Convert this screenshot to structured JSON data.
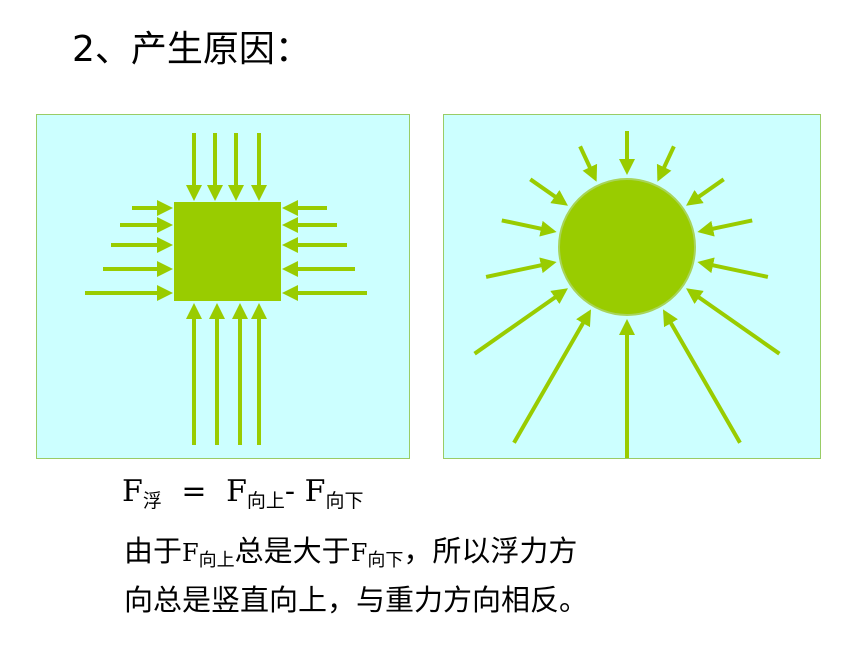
{
  "title": "2、产生原因：",
  "colors": {
    "panel_bg": "#ccffff",
    "arrow": "#99cc00",
    "shape": "#99cc00"
  },
  "diagram_left": {
    "shape": "square",
    "arrows": "pressure from all sides, longer arrows below"
  },
  "diagram_right": {
    "shape": "circle",
    "arrows": "pressure radially inward, longer arrows below"
  },
  "formula": {
    "lhs": "F",
    "lhs_sub": "浮",
    "eq": "=",
    "t1": "F",
    "t1_sub": "向上",
    "minus": "-",
    "t2": "F",
    "t2_sub": "向下"
  },
  "explanation": {
    "l1_a": "由于",
    "l1_f1": "F",
    "l1_f1_sub": "向上",
    "l1_b": "总是大于",
    "l1_f2": "F",
    "l1_f2_sub": "向下",
    "l1_c": "，所以浮力方",
    "l2": "向总是竖直向上，与重力方向相反。"
  }
}
